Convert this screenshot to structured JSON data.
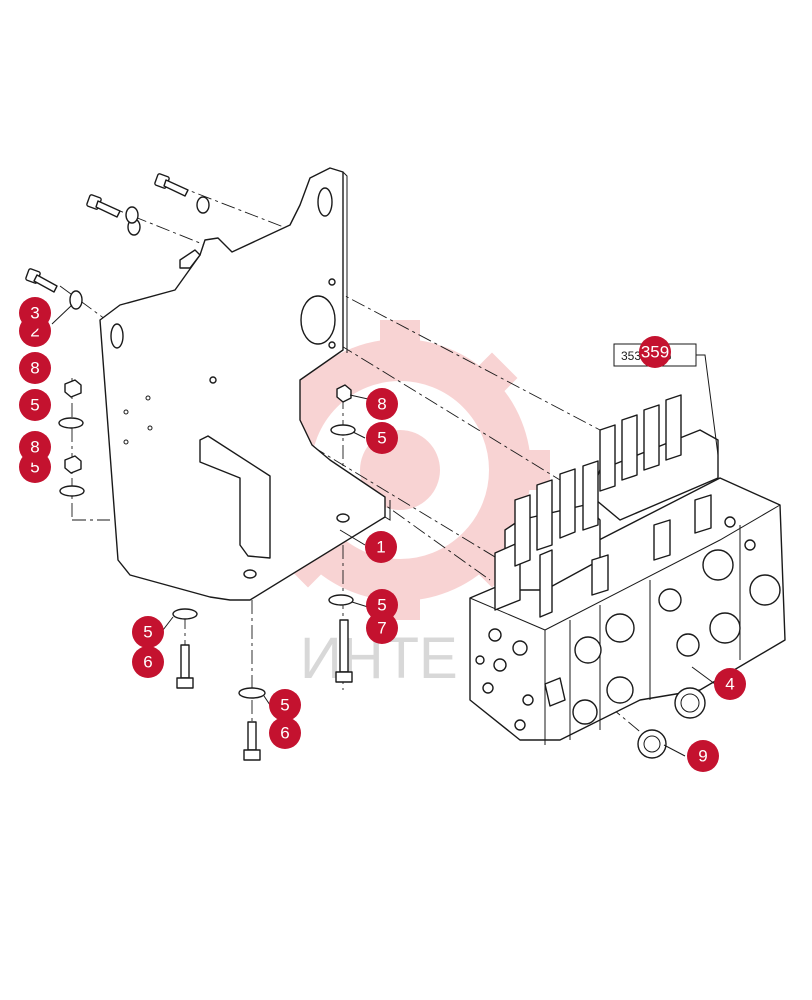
{
  "diagram": {
    "reference_label": "35359AG",
    "callout_color": "#c4122f",
    "callouts": [
      "1",
      "2",
      "3",
      "4",
      "5",
      "5",
      "5",
      "5",
      "5",
      "5",
      "6",
      "6",
      "7",
      "8",
      "8",
      "8",
      "9",
      "359"
    ],
    "watermark": {
      "text": "ИНТЕ",
      "color": "#f08080",
      "icon": "gear-watermark-icon"
    }
  }
}
